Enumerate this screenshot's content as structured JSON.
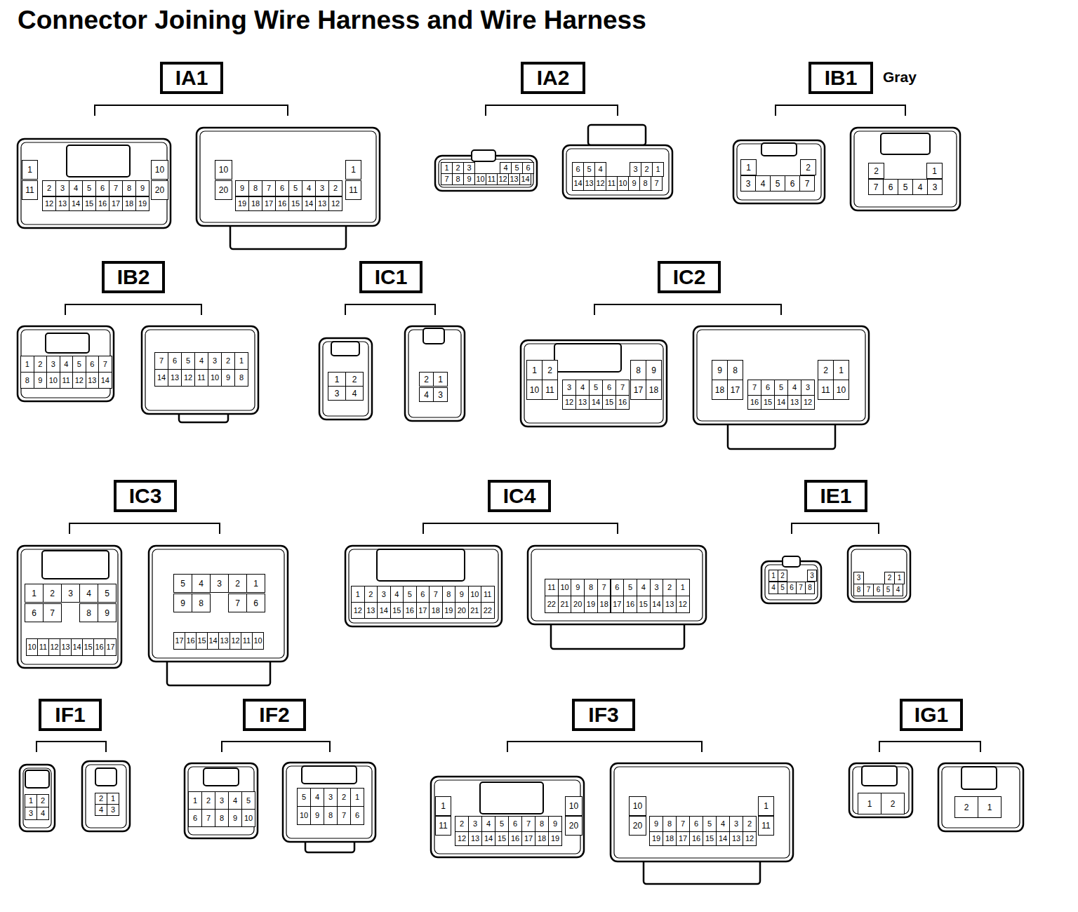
{
  "diagram": {
    "title": "Connector Joining Wire Harness and Wire Harness",
    "nodes": [
      {
        "text": [
          "IA1"
        ]
      },
      {
        "text": [
          "IA2"
        ]
      },
      {
        "text": [
          "IB1"
        ]
      },
      {
        "text": [
          "IB2"
        ]
      },
      {
        "text": [
          "IC1"
        ]
      },
      {
        "text": [
          "IC2"
        ]
      },
      {
        "text": [
          "IC3"
        ]
      },
      {
        "text": [
          "IC4"
        ]
      },
      {
        "text": [
          "IE1"
        ]
      },
      {
        "text": [
          "IF1"
        ]
      },
      {
        "text": [
          "IF2"
        ]
      },
      {
        "text": [
          "IF3"
        ]
      },
      {
        "text": [
          "IG1"
        ]
      }
    ],
    "labels": [
      "Gray",
      "1",
      "11",
      "2",
      "3",
      "4",
      "5",
      "6",
      "7",
      "8",
      "9",
      "12",
      "13",
      "14",
      "15",
      "16",
      "17",
      "18",
      "19",
      "10",
      "20",
      "10",
      "20",
      "9",
      "8",
      "7",
      "6",
      "5",
      "4",
      "3",
      "2",
      "19",
      "18",
      "17",
      "16",
      "15",
      "14",
      "13",
      "12",
      "1",
      "11",
      "1",
      "2",
      "3",
      "4",
      "5",
      "6",
      "7",
      "8",
      "9",
      "10",
      "11",
      "12",
      "13",
      "14",
      "6",
      "5",
      "4",
      "3",
      "2",
      "1",
      "14",
      "13",
      "12",
      "11",
      "10",
      "9",
      "8",
      "7",
      "1",
      "2",
      "3",
      "4",
      "5",
      "6",
      "7",
      "2",
      "1",
      "7",
      "6",
      "5",
      "4",
      "3",
      "1",
      "2",
      "3",
      "4",
      "5",
      "6",
      "7",
      "8",
      "9",
      "10",
      "11",
      "12",
      "13",
      "14",
      "7",
      "6",
      "5",
      "4",
      "3",
      "2",
      "1",
      "14",
      "13",
      "12",
      "11",
      "10",
      "9",
      "8",
      "1",
      "2",
      "3",
      "4",
      "2",
      "1",
      "4",
      "3",
      "1",
      "2",
      "10",
      "11",
      "3",
      "4",
      "5",
      "6",
      "7",
      "12",
      "13",
      "14",
      "15",
      "16",
      "8",
      "9",
      "17",
      "18",
      "9",
      "8",
      "18",
      "17",
      "7",
      "6",
      "5",
      "4",
      "3",
      "16",
      "15",
      "14",
      "13",
      "12",
      "2",
      "1",
      "11",
      "10",
      "1",
      "2",
      "3",
      "4",
      "5",
      "6",
      "7",
      "8",
      "9",
      "10",
      "11",
      "12",
      "13",
      "14",
      "15",
      "16",
      "17",
      "5",
      "4",
      "3",
      "2",
      "1",
      "9",
      "8",
      "7",
      "6",
      "17",
      "16",
      "15",
      "14",
      "13",
      "12",
      "11",
      "10",
      "1",
      "2",
      "3",
      "4",
      "5",
      "6",
      "7",
      "8",
      "9",
      "10",
      "11",
      "12",
      "13",
      "14",
      "15",
      "16",
      "17",
      "18",
      "19",
      "20",
      "21",
      "22",
      "11",
      "10",
      "9",
      "8",
      "7",
      "6",
      "5",
      "4",
      "3",
      "2",
      "1",
      "22",
      "21",
      "20",
      "19",
      "18",
      "17",
      "16",
      "15",
      "14",
      "13",
      "12",
      "1",
      "2",
      "3",
      "4",
      "5",
      "6",
      "7",
      "8",
      "3",
      "2",
      "1",
      "8",
      "7",
      "6",
      "5",
      "4",
      "1",
      "2",
      "3",
      "4",
      "2",
      "1",
      "4",
      "3",
      "1",
      "2",
      "3",
      "4",
      "5",
      "6",
      "7",
      "8",
      "9",
      "10",
      "5",
      "4",
      "3",
      "2",
      "1",
      "10",
      "9",
      "8",
      "7",
      "6",
      "1",
      "11",
      "2",
      "3",
      "4",
      "5",
      "6",
      "7",
      "8",
      "9",
      "12",
      "13",
      "14",
      "15",
      "16",
      "17",
      "18",
      "19",
      "10",
      "20",
      "10",
      "20",
      "9",
      "8",
      "7",
      "6",
      "5",
      "4",
      "3",
      "2",
      "19",
      "18",
      "17",
      "16",
      "15",
      "14",
      "13",
      "12",
      "1",
      "11",
      "1",
      "2",
      "2",
      "1"
    ]
  }
}
